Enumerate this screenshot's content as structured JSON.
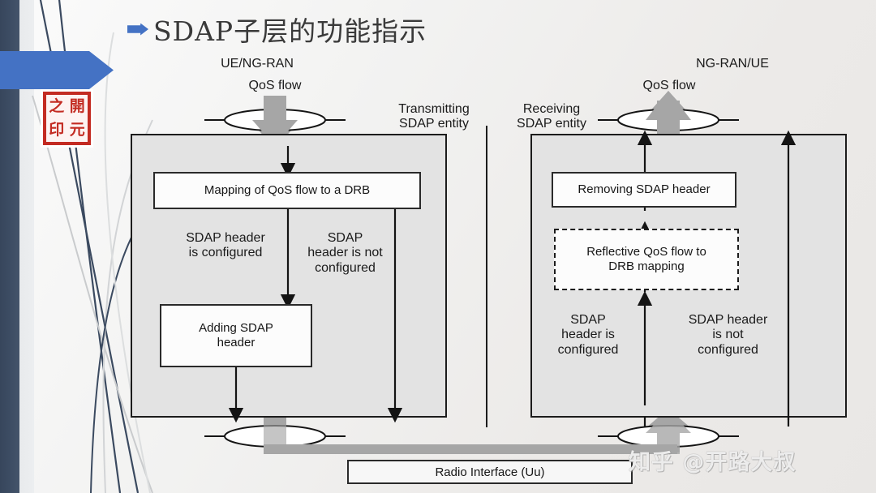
{
  "slide": {
    "title": "SDAP子层的功能指示",
    "bullet_icon": "triangle-right-icon",
    "accent_color": "#4472C4",
    "edge_color": "#44546A",
    "seal": {
      "name": "red-seal-stamp",
      "characters": [
        "之",
        "開",
        "印",
        "元"
      ],
      "color": "#C32B22"
    },
    "watermark": "知乎 @开路大叔"
  },
  "diagram": {
    "left": {
      "peer_label": "UE/NG-RAN",
      "sap_top_label": "QoS flow",
      "entity_label": "Transmitting\nSDAP  entity",
      "box_mapping": "Mapping of QoS flow to a DRB",
      "branch_left_label": "SDAP header\nis configured",
      "branch_right_label": "SDAP\nheader is not\nconfigured",
      "box_adding": "Adding SDAP\nheader"
    },
    "right": {
      "peer_label": "NG-RAN/UE",
      "sap_top_label": "QoS flow",
      "entity_label": "Receiving\nSDAP  entity",
      "box_removing": "Removing SDAP header",
      "box_reflective": "Reflective QoS flow to\nDRB mapping",
      "branch_left_label": "SDAP\nheader is\nconfigured",
      "branch_right_label": "SDAP header\nis not\nconfigured"
    },
    "radio_interface_label": "Radio Interface (Uu)"
  }
}
